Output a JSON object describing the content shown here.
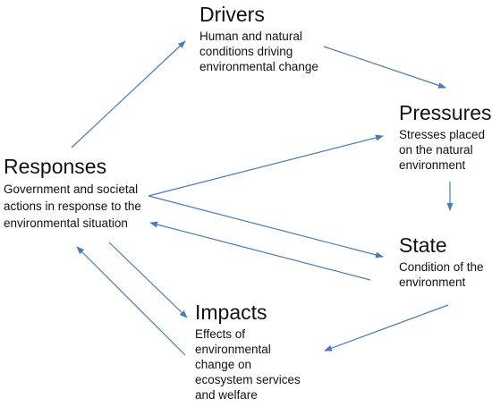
{
  "nodes": {
    "drivers": {
      "title": "Drivers",
      "description": "Human and natural conditions driving environmental change"
    },
    "pressures": {
      "title": "Pressures",
      "description": "Stresses placed on the natural environment"
    },
    "state": {
      "title": "State",
      "description": "Condition of the environment"
    },
    "impacts": {
      "title": "Impacts",
      "description": "Effects of environmental change on ecosystem services and welfare"
    },
    "responses": {
      "title": "Responses",
      "description": "Government and societal actions in response to the environmental situation"
    }
  },
  "arrows": [
    {
      "from": "responses",
      "to": "drivers"
    },
    {
      "from": "drivers",
      "to": "pressures"
    },
    {
      "from": "pressures",
      "to": "state"
    },
    {
      "from": "state",
      "to": "impacts"
    },
    {
      "from": "impacts",
      "to": "responses"
    },
    {
      "from": "responses",
      "to": "pressures"
    },
    {
      "from": "responses",
      "to": "state"
    },
    {
      "from": "state",
      "to": "responses"
    },
    {
      "from": "responses",
      "to": "impacts"
    }
  ],
  "colors": {
    "arrow": "#4a7ab8",
    "text": "#111111",
    "background": "#ffffff"
  }
}
